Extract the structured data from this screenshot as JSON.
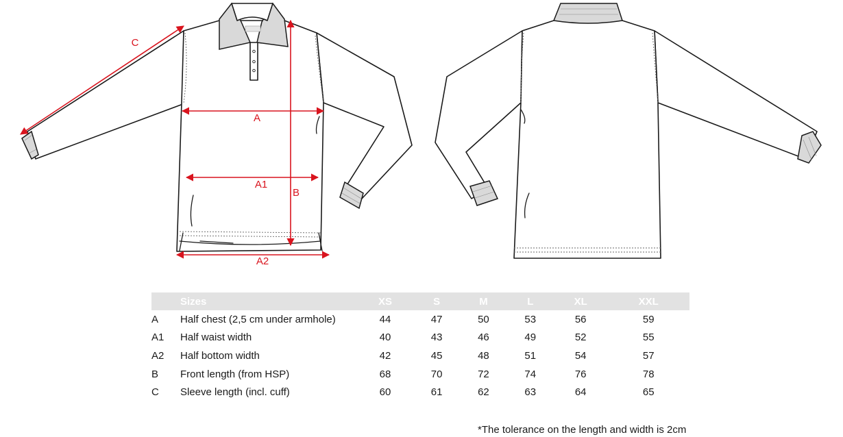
{
  "diagram": {
    "labels": {
      "a": "A",
      "a1": "A1",
      "a2": "A2",
      "b": "B",
      "c": "C"
    }
  },
  "table": {
    "header": {
      "code": "",
      "name": "Sizes",
      "sizes": [
        "XS",
        "S",
        "M",
        "L",
        "XL",
        "XXL"
      ]
    },
    "rows": [
      {
        "code": "A",
        "name": "Half chest (2,5 cm under armhole)",
        "values": [
          "44",
          "47",
          "50",
          "53",
          "56",
          "59"
        ]
      },
      {
        "code": "A1",
        "name": "Half waist width",
        "values": [
          "40",
          "43",
          "46",
          "49",
          "52",
          "55"
        ]
      },
      {
        "code": "A2",
        "name": "Half bottom width",
        "values": [
          "42",
          "45",
          "48",
          "51",
          "54",
          "57"
        ]
      },
      {
        "code": "B",
        "name": "Front length (from HSP)",
        "values": [
          "68",
          "70",
          "72",
          "74",
          "76",
          "78"
        ]
      },
      {
        "code": "C",
        "name": "Sleeve length (incl. cuff)",
        "values": [
          "60",
          "61",
          "62",
          "63",
          "64",
          "65"
        ]
      }
    ]
  },
  "note": "*The tolerance on the length and width is 2cm",
  "colors": {
    "measure": "#d9141e",
    "header_bg": "#e2e2e2",
    "rib": "#d9d9d9"
  }
}
